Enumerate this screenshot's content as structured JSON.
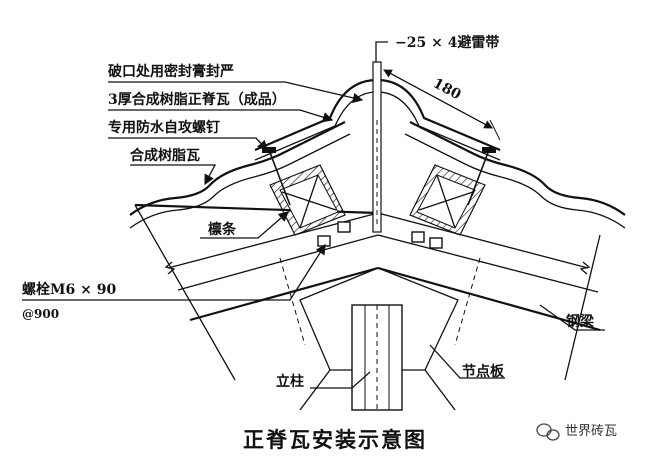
{
  "title": "正脊瓦安装示意图",
  "labels": {
    "lightning_strip": "−25 × 4避雷带",
    "dimension": "180",
    "seal_break": "破口处用密封膏封严",
    "ridge_tile": "3厚合成树脂正脊瓦（成品）",
    "screw": "专用防水自攻螺钉",
    "resin_tile": "合成树脂瓦",
    "purlin": "檩条",
    "bolt": "螺栓M6 × 90",
    "bolt_spacing": "@900",
    "steel_beam": "钢梁",
    "column": "立柱",
    "gusset_plate": "节点板"
  },
  "watermark": {
    "text": "世界砖瓦",
    "icon": "wechat-icon"
  }
}
